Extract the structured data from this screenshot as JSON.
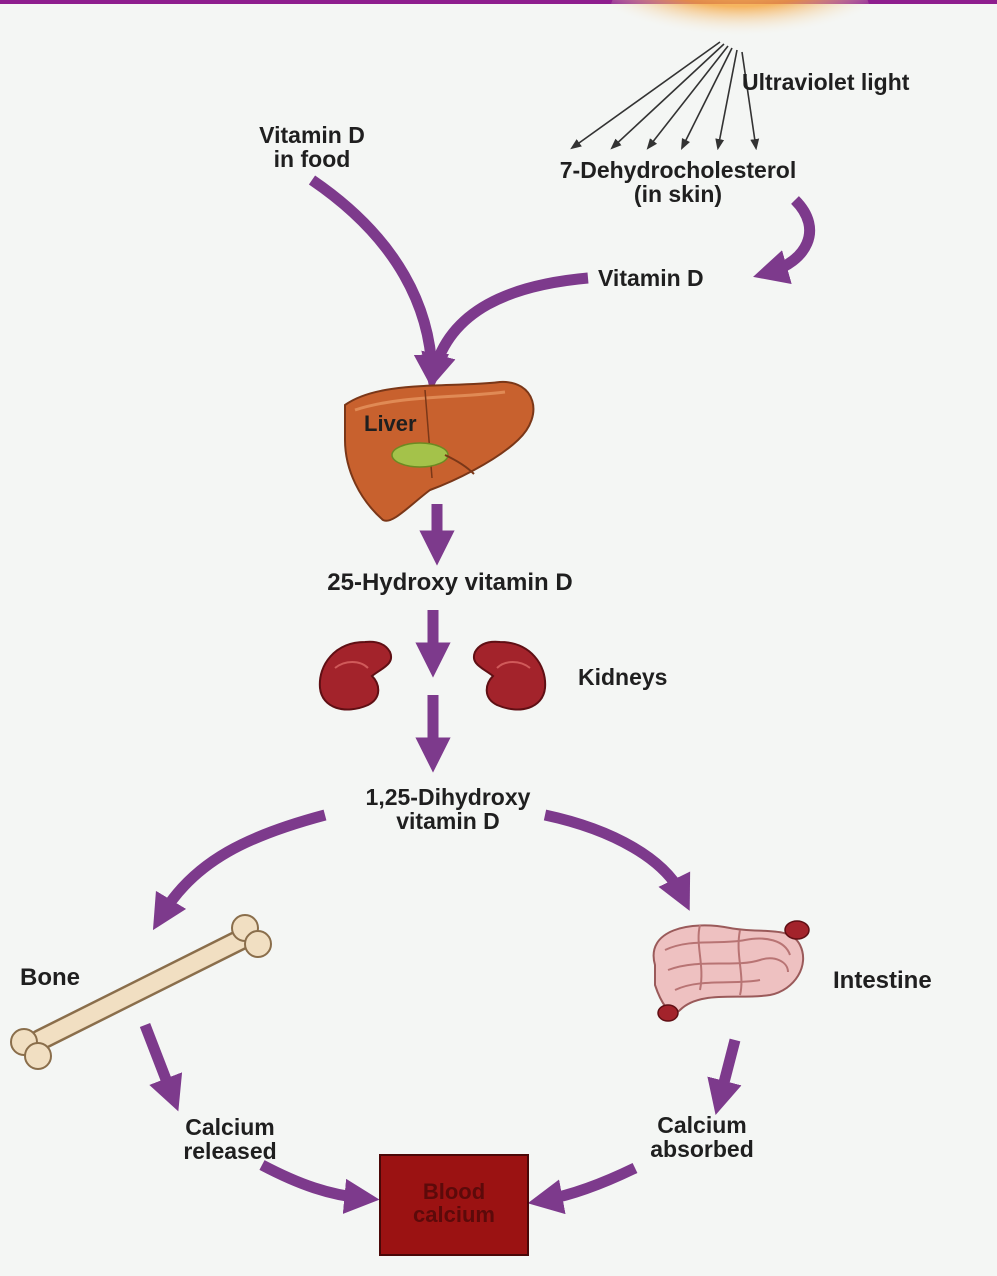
{
  "labels": {
    "uv": "Ultraviolet light",
    "vitd_food": "Vitamin D\nin food",
    "dehydro": "7-Dehydrocholesterol\n(in skin)",
    "vitd": "Vitamin D",
    "liver": "Liver",
    "hydroxy25": "25-Hydroxy vitamin D",
    "kidneys": "Kidneys",
    "dihydroxy": "1,25-Dihydroxy\nvitamin D",
    "bone": "Bone",
    "intestine": "Intestine",
    "ca_released": "Calcium\nreleased",
    "ca_absorbed": "Calcium\nabsorbed",
    "blood_calcium": "Blood\ncalcium"
  },
  "colors": {
    "arrow": "#7d3a8c",
    "liver": "#c8612e",
    "kidney": "#a3232b",
    "bone": "#f1dfc2",
    "intestine": "#eec1c1",
    "box": "#9b1212"
  }
}
